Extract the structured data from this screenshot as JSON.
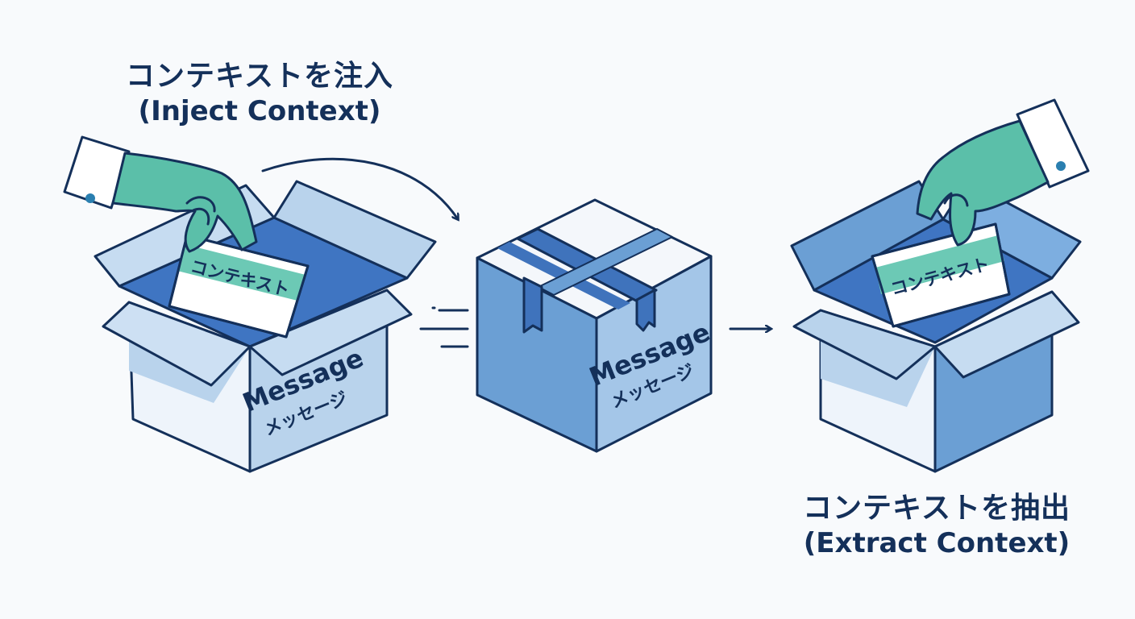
{
  "inject": {
    "title_jp": "コンテキストを注入",
    "title_en": "(Inject Context)"
  },
  "extract": {
    "title_jp": "コンテキストを抽出",
    "title_en": "(Extract Context)"
  },
  "message": {
    "label_en": "Message",
    "label_jp": "メッセージ"
  },
  "context_card": {
    "label": "コンテキスト"
  },
  "colors": {
    "outline": "#14305a",
    "box_light": "#eef4fb",
    "box_mid": "#b9d3ec",
    "box_dark": "#6b9fd4",
    "box_inner": "#3f75c2",
    "tape": "#3f73bc",
    "hand": "#5bbfa9",
    "card_band": "#6cc9b5"
  }
}
